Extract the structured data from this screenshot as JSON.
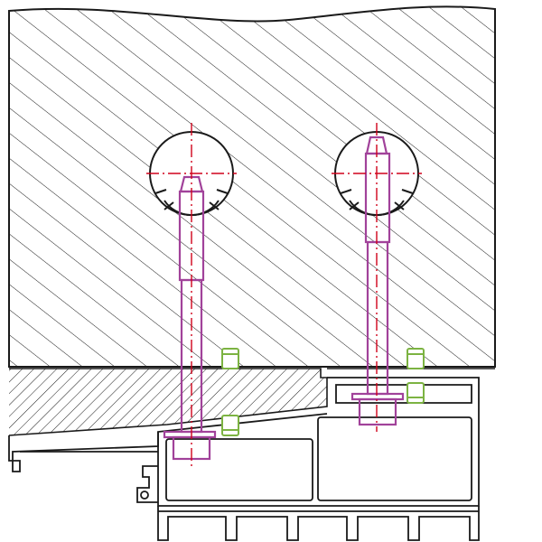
{
  "colors": {
    "background": "#ffffff",
    "outline": "#1a1a1a",
    "hatch": "#1a1a1a",
    "centerline": "#d0021b",
    "bolt": "#a1429a",
    "spacer": "#7cb342"
  },
  "components": {
    "wall": "concrete-wall-section",
    "strip": "hatched-filler-strip",
    "profile": "aluminium-frame-profile",
    "anchors": [
      "anchor-left",
      "anchor-right"
    ],
    "bolts": [
      "bolt-left",
      "bolt-right"
    ],
    "spacers": [
      "spacer-upper-left",
      "spacer-lower-left",
      "spacer-upper-right",
      "spacer-lower-right"
    ]
  }
}
